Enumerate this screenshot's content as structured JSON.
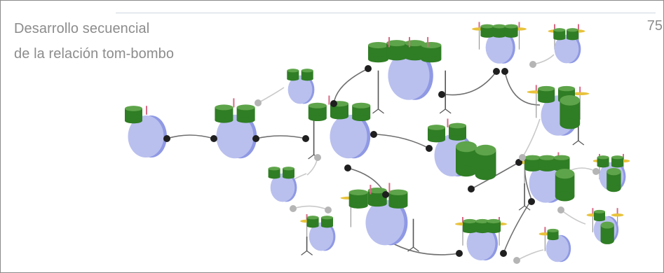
{
  "header": {
    "title_line_1": "Desarrollo secuencial",
    "title_line_2": "de la relación tom-bombo",
    "page_number": "75"
  },
  "colors": {
    "bass_drum": "#b9c0ee",
    "bass_drum_shade": "#8f99e4",
    "tom": "#2f7d24",
    "tom_light": "#5ea44a",
    "cymbal": "#e8c23c",
    "connector_dot": "#1f1f1f",
    "connector_dot_faded": "#b5b5b5",
    "text": "#8c8c8c"
  },
  "icons": [
    "drum-kit-icon",
    "cymbal-icon",
    "connector-dot-icon"
  ]
}
